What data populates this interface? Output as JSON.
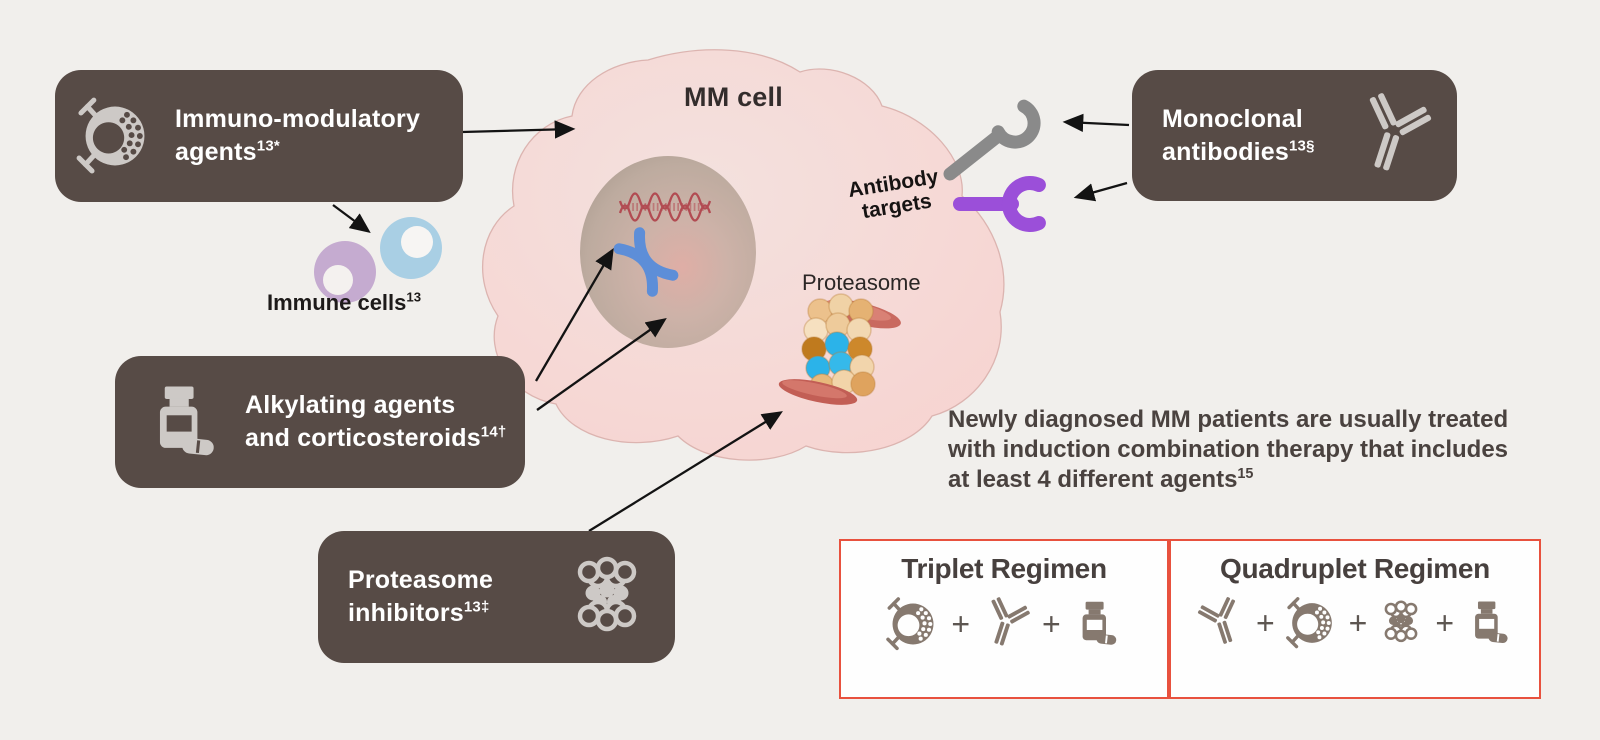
{
  "colors": {
    "bg": "#f1efec",
    "box_bg": "#574b46",
    "box_text": "#ffffff",
    "box_icon": "#cdc9c6",
    "cell_fill": "#f6d6d3",
    "cell_edge": "#dcb4b0",
    "nucleus": "#bfaca1",
    "dna": "#b24b52",
    "chromosome": "#5d8ed8",
    "receptor_gray": "#8a8a8a",
    "receptor_purple": "#9b4fd9",
    "immune_purple": "#c5abd0",
    "immune_blue": "#a9cfe4",
    "arrow": "#131313",
    "regimen_border": "#e8513e",
    "regimen_icon": "#86796f",
    "note_text": "#4a423f",
    "title_text": "#47403e"
  },
  "cell": {
    "title": "MM cell",
    "proteasome_label": "Proteasome",
    "antibody_targets": {
      "line1": "Antibody",
      "line2": "targets"
    }
  },
  "boxes": {
    "immuno": {
      "line1": "Immuno-modulatory",
      "line2": "agents",
      "sup": "13*",
      "icon": "immuno-cell-icon"
    },
    "monoclonal": {
      "line1": "Monoclonal",
      "line2": "antibodies",
      "sup": "13§",
      "icon": "antibody-icon"
    },
    "alkylating": {
      "line1": "Alkylating agents",
      "line2": "and corticosteroids",
      "sup": "14†",
      "icon": "pill-bottle-icon"
    },
    "proteasome_inhibitors": {
      "line1": "Proteasome",
      "line2": "inhibitors",
      "sup": "13‡",
      "icon": "proteasome-icon"
    }
  },
  "immune_cells": {
    "label": "Immune cells",
    "sup": "13"
  },
  "note": {
    "text": "Newly diagnosed MM patients are usually treated with induction combination therapy that includes at least 4 different agents",
    "sup": "15"
  },
  "regimens": {
    "plus": "+",
    "triplet": {
      "title": "Triplet Regimen",
      "icons": [
        "immuno-cell",
        "antibody",
        "pill-bottle"
      ]
    },
    "quadruplet": {
      "title": "Quadruplet Regimen",
      "icons": [
        "antibody",
        "immuno-cell",
        "proteasome",
        "pill-bottle"
      ]
    }
  }
}
